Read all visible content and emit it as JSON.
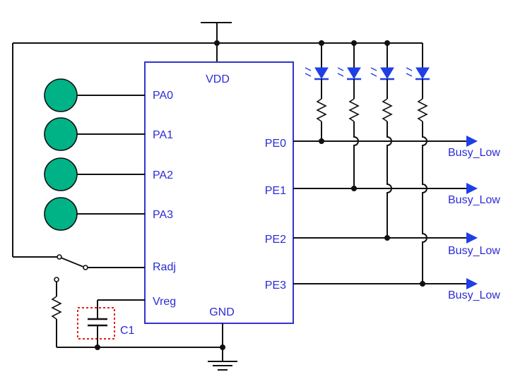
{
  "chip": {
    "vdd": "VDD",
    "gnd": "GND",
    "pins_left": [
      "PA0",
      "PA1",
      "PA2",
      "PA3",
      "Radj",
      "Vreg"
    ],
    "pins_right": [
      "PE0",
      "PE1",
      "PE2",
      "PE3"
    ]
  },
  "outputs": [
    "Busy_Low",
    "Busy_Low",
    "Busy_Low",
    "Busy_Low"
  ],
  "capacitor": {
    "label": "C1"
  },
  "colors": {
    "chip_outline": "#3333cc",
    "label_text": "#2b2bd6",
    "led": "#1f3fe6",
    "touch_pad": "#00b386",
    "capacitor_box": "#e02020",
    "wire": "#111111"
  }
}
